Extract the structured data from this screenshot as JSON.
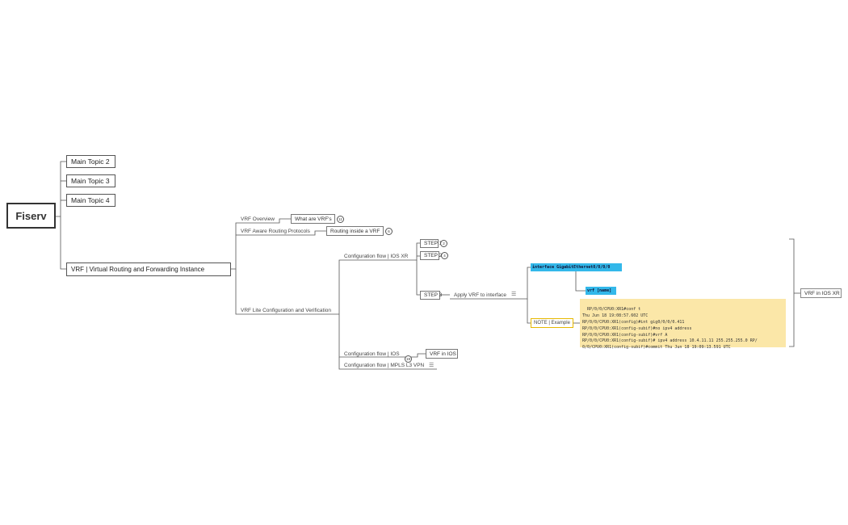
{
  "root": {
    "label": "Fiserv"
  },
  "main_topics": [
    "Main Topic 2",
    "Main Topic 3",
    "Main Topic 4"
  ],
  "vrf_topic": {
    "label": "VRF | Virtual Routing and Forwarding Instance"
  },
  "vrf_overview": {
    "label": "VRF Overview",
    "child": "What are VRF's",
    "badge": "11"
  },
  "vrf_aware": {
    "label": "VRF Aware Routing Protocols",
    "child": "Routing inside a VRF",
    "badge": "6"
  },
  "vrf_lite": {
    "label": "VRF Lite Configuration and Verification",
    "flow_xr": {
      "label": "Configuration flow | IOS XR",
      "steps": [
        {
          "label": "STEP 1",
          "badge": "2"
        },
        {
          "label": "STEP 2",
          "badge": "4"
        },
        {
          "label": "STEP 3"
        }
      ],
      "apply": "Apply VRF to interface",
      "code_interface": "interface GigabitEthernet0/0/0/0",
      "code_vrf": "vrf [name]",
      "note": "NOTE | Example",
      "example": "RP/0/0/CPU0:XR1#conf t\nThu Jun 18 19:08:57.602 UTC\nRP/0/0/CPU0:XR1(config)#int gig0/0/0/0.411\nRP/0/0/CPU0:XR1(config-subif)#no ipv4 address\nRP/0/0/CPU0:XR1(config-subif)#vrf A\nRP/0/0/CPU0:XR1(config-subif)# ipv4 address 10.4.11.11 255.255.255.0 RP/\n0/0/CPU0:XR1(config-subif)#commit Thu Jun 18 19:09:13.591 UTC",
      "summary": "VRF in IOS XR"
    },
    "flow_ios": {
      "label": "Configuration flow | IOS",
      "badge": "19",
      "child": "VRF in IOS"
    },
    "flow_mpls": {
      "label": "Configuration flow | MPLS L3 VPN"
    }
  }
}
